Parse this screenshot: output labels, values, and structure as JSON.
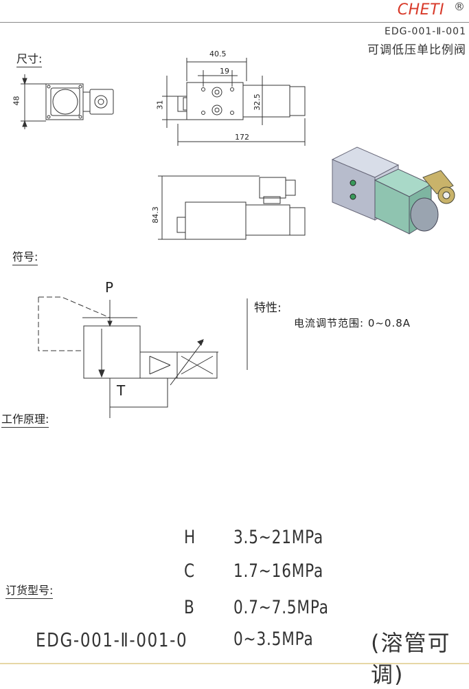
{
  "header": {
    "brand": "CHETI",
    "registered": "®",
    "code": "EDG-001-Ⅱ-001",
    "title": "可调低压单比例阀"
  },
  "sections": {
    "dimensions": "尺寸:",
    "symbol": "符号:",
    "principle": "工作原理:",
    "order": "订货型号:"
  },
  "dimensions": {
    "height_front": "48",
    "width_top": "40.5",
    "width_inner": "19",
    "height_left": "31",
    "height_right": "32.5",
    "length": "172",
    "height_side": "84.3"
  },
  "symbol": {
    "port_p": "P",
    "port_t": "T"
  },
  "features": {
    "label": "特性:",
    "text": "电流调节范围: 0~0.8A"
  },
  "order": {
    "rows": [
      {
        "code": "H",
        "range": "3.5~21MPa"
      },
      {
        "code": "C",
        "range": "1.7~16MPa"
      },
      {
        "code": "B",
        "range": "0.7~7.5MPa"
      }
    ],
    "model": "EDG-001-Ⅱ-001-0",
    "model_range": "0~3.5MPa",
    "note": "(溶管可调)"
  }
}
